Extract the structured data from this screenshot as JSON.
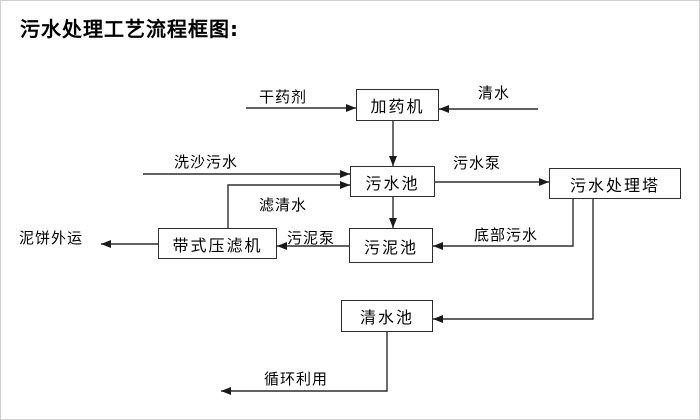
{
  "title": "污水处理工艺流程框图:",
  "diagram": {
    "nodes": [
      {
        "id": "dosing-machine",
        "label": "加药机"
      },
      {
        "id": "sewage-pool",
        "label": "污水池"
      },
      {
        "id": "sewage-treatment-tower",
        "label": "污水处理塔"
      },
      {
        "id": "sludge-pool",
        "label": "污泥池"
      },
      {
        "id": "belt-filter-press",
        "label": "带式压滤机"
      },
      {
        "id": "clean-water-pool",
        "label": "清水池"
      }
    ],
    "labels": [
      {
        "id": "dry-agent",
        "label": "干药剂"
      },
      {
        "id": "clean-water",
        "label": "清水"
      },
      {
        "id": "sand-washing-sewage",
        "label": "洗沙污水"
      },
      {
        "id": "sewage-pump",
        "label": "污水泵"
      },
      {
        "id": "filtered-water",
        "label": "滤清水"
      },
      {
        "id": "bottom-sewage",
        "label": "底部污水"
      },
      {
        "id": "sludge-pump",
        "label": "污泥泵"
      },
      {
        "id": "mud-cake-transport",
        "label": "泥饼外运"
      },
      {
        "id": "recycle-use",
        "label": "循环利用"
      }
    ],
    "edges": [
      {
        "from": "干药剂",
        "to": "加药机"
      },
      {
        "from": "清水",
        "to": "加药机"
      },
      {
        "from": "加药机",
        "to": "污水池"
      },
      {
        "from": "洗沙污水",
        "to": "污水池"
      },
      {
        "from": "带式压滤机",
        "to": "污水池",
        "label": "滤清水"
      },
      {
        "from": "污水池",
        "to": "污水处理塔",
        "label": "污水泵"
      },
      {
        "from": "污水池",
        "to": "污泥池"
      },
      {
        "from": "污水处理塔",
        "to": "污泥池",
        "label": "底部污水"
      },
      {
        "from": "污泥池",
        "to": "带式压滤机",
        "label": "污泥泵"
      },
      {
        "from": "带式压滤机",
        "to": "泥饼外运"
      },
      {
        "from": "污水处理塔",
        "to": "清水池"
      },
      {
        "from": "清水池",
        "to": "循环利用"
      }
    ],
    "colors": {
      "line": "#2e2e2e",
      "arrowhead": "#1a1a1a",
      "text": "#000000",
      "background": "#ffffff"
    }
  }
}
